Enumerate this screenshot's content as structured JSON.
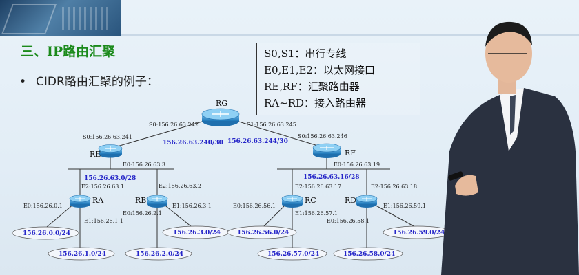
{
  "title": "三、IP路由汇聚",
  "bullet": "CIDR路由汇聚的例子：",
  "legend": [
    "S0,S1：串行专线",
    "E0,E1,E2：以太网接口",
    "RE,RF：汇聚路由器",
    "RA~RD：接入路由器"
  ],
  "routers": {
    "g": "RG",
    "e": "RE",
    "f": "RF",
    "a": "RA",
    "b": "RB",
    "c": "RC",
    "d": "RD"
  },
  "labels": {
    "g_s0": "S0:156.26.63.242",
    "g_s1": "S1:156.26.63.245",
    "e_s0": "S0:156.26.63.241",
    "f_s0": "S0:156.26.63.246",
    "e_e0": "E0:156.26.63.3",
    "f_e0": "E0:156.26.63.19",
    "a_e2": "E2:156.26.63.1",
    "b_e2": "E2:156.26.63.2",
    "c_e2": "E2:156.26.63.17",
    "d_e2": "E2:156.26.63.18",
    "a_e0": "E0:156.26.0.1",
    "a_e1": "E1:156.26.1.1",
    "b_e0": "E0:156.26.2.1",
    "b_e1": "E1:156.26.3.1",
    "c_e0": "E0:156.26.56.1",
    "c_e1": "E1:156.26.57.1",
    "d_e0": "E0:156.26.58.1",
    "d_e1": "E1:156.26.59.1"
  },
  "networks": {
    "ge": "156.26.63.240/30",
    "gf": "156.26.63.244/30",
    "lan_e": "156.26.63.0/28",
    "lan_f": "156.26.63.16/28",
    "n0": "156.26.0.0/24",
    "n1": "156.26.1.0/24",
    "n2": "156.26.2.0/24",
    "n3": "156.26.3.0/24",
    "n56": "156.26.56.0/24",
    "n57": "156.26.57.0/24",
    "n58": "156.26.58.0/24",
    "n59": "156.26.59.0/24"
  },
  "colors": {
    "title": "#1b8a1b",
    "network": "#2525c8",
    "router": "#2f8fd0"
  }
}
